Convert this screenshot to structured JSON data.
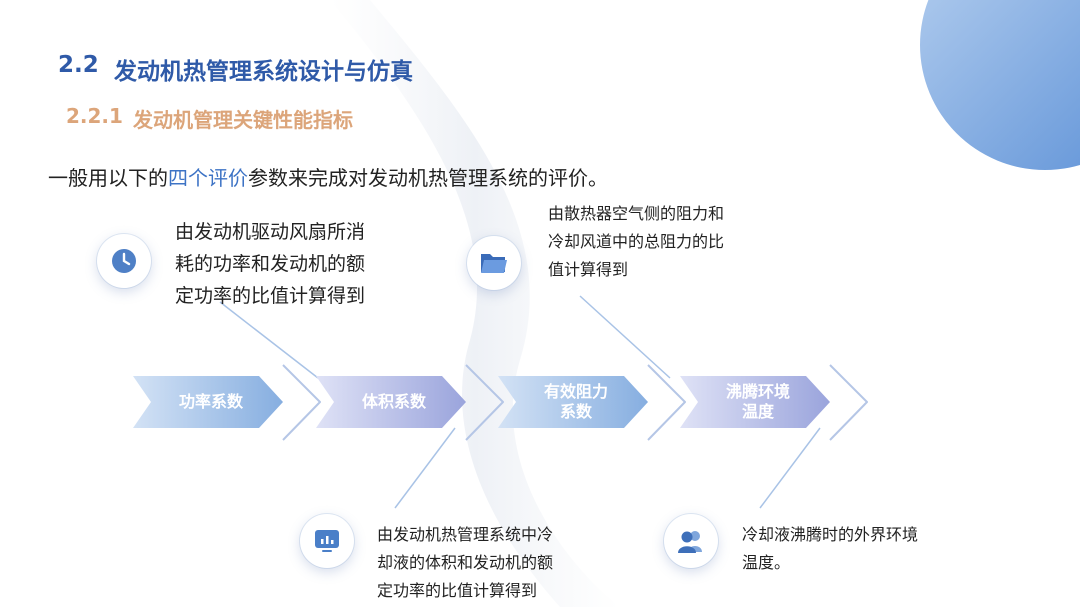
{
  "section": {
    "number": "2.2",
    "title": "发动机热管理系统设计与仿真"
  },
  "subsection": {
    "number": "2.2.1",
    "title": "发动机管理关键性能指标"
  },
  "intro": {
    "before": "一般用以下的",
    "highlight": "四个评价",
    "after": "参数来完成对发动机热管理系统的评价。"
  },
  "steps": [
    {
      "label_lines": [
        "功率系数"
      ]
    },
    {
      "label_lines": [
        "体积系数"
      ]
    },
    {
      "label_lines": [
        "有效阻力",
        "系数"
      ]
    },
    {
      "label_lines": [
        "沸腾环境",
        "温度"
      ]
    }
  ],
  "descriptions": [
    {
      "icon": "clock-icon",
      "lines": [
        "由发动机驱动风扇所消",
        "耗的功率和发动机的额",
        "定功率的比值计算得到"
      ]
    },
    {
      "icon": "folder-icon",
      "lines": [
        "由散热器空气侧的阻力和",
        "冷却风道中的总阻力的比",
        "值计算得到"
      ]
    },
    {
      "icon": "chart-icon",
      "lines": [
        "由发动机热管理系统中冷",
        "却液的体积和发动机的额",
        "定功率的比值计算得到"
      ]
    },
    {
      "icon": "users-icon",
      "lines": [
        "冷却液沸腾时的外界环境",
        "温度。"
      ]
    }
  ],
  "colors": {
    "heading": "#2f5aa8",
    "subheading": "#dca57a",
    "highlight": "#3d73c5",
    "arrow_blue": "#8fb3e0",
    "arrow_lavender": "#a8aee0",
    "connector": "#a9c3e6"
  }
}
